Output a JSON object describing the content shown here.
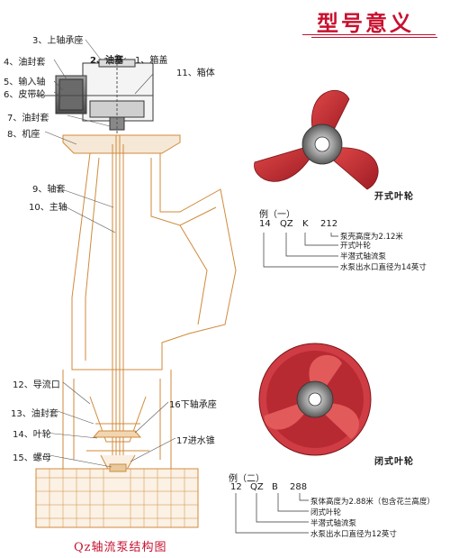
{
  "title": "型号意义",
  "labels": {
    "l1": "1、箱盖",
    "l2": "2、油塞",
    "l3": "3、上轴承座",
    "l4": "4、油封套",
    "l5": "5、输入轴",
    "l6": "6、皮带轮",
    "l7": "7、油封套",
    "l8": "8、机座",
    "l9": "9、轴套",
    "l10": "10、主轴",
    "l11": "11、箱体",
    "l12": "12、导流口",
    "l13": "13、油封套",
    "l14": "14、叶轮",
    "l15": "15、螺母",
    "l16": "16下轴承座",
    "l17": "17进水锥"
  },
  "diagram_caption": "Qz轴流泵结构图",
  "open_impeller": {
    "caption": "开式叶轮",
    "example_title": "例（一）",
    "code": [
      "14",
      "QZ",
      "K",
      "212"
    ],
    "notes": [
      "泵壳高度为2.12米",
      "开式叶轮",
      "半潜式轴流泵",
      "水泵出水口直径为14英寸"
    ]
  },
  "closed_impeller": {
    "caption": "闭式叶轮",
    "example_title": "例（二）",
    "code": [
      "12",
      "QZ",
      "B",
      "288"
    ],
    "notes": [
      "泵体高度为2.88米（包含花兰高度）",
      "闭式叶轮",
      "半潜式轴流泵",
      "水泵出水口直径为12英寸"
    ]
  },
  "colors": {
    "accent": "#c8102e",
    "impeller": "#c8303a",
    "line": "#d08a3a"
  }
}
